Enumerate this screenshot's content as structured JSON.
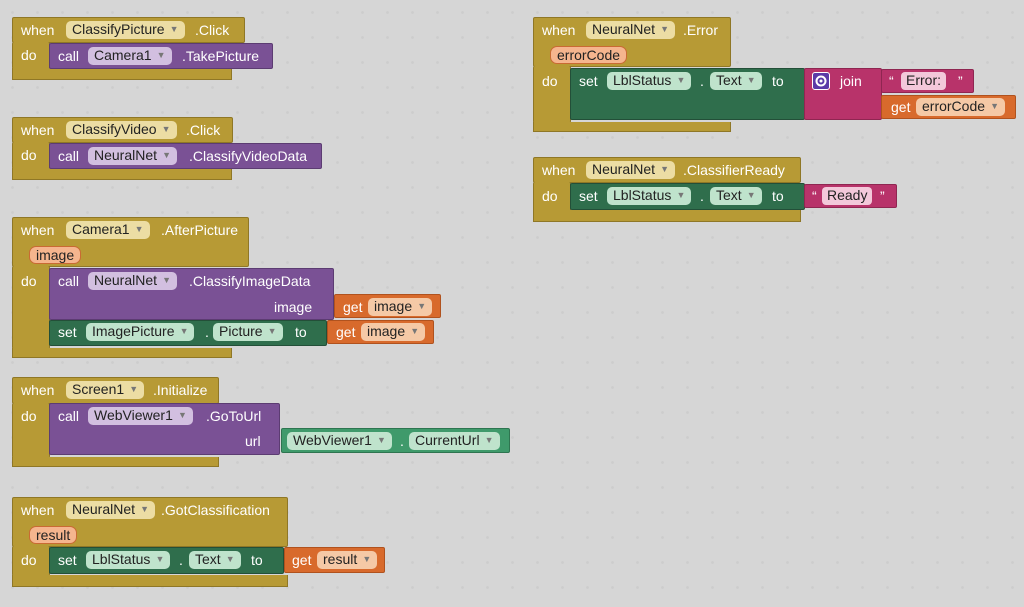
{
  "keywords": {
    "when": "when",
    "do": "do",
    "call": "call",
    "set": "set",
    "to": "to",
    "get": "get",
    "join": "join",
    "dot": ".",
    "quote_open": "“",
    "quote_close": "”"
  },
  "blocks": {
    "classify_picture": {
      "component": "ClassifyPicture",
      "event": ".Click",
      "call_component": "Camera1",
      "call_method": ".TakePicture"
    },
    "classify_video": {
      "component": "ClassifyVideo",
      "event": ".Click",
      "call_component": "NeuralNet",
      "call_method": ".ClassifyVideoData"
    },
    "camera_after_picture": {
      "component": "Camera1",
      "event": ".AfterPicture",
      "param": "image",
      "call_component": "NeuralNet",
      "call_method": ".ClassifyImageData",
      "arg_name": "image",
      "arg_get": "image",
      "set_component": "ImagePicture",
      "set_property": "Picture",
      "set_get": "image"
    },
    "screen_initialize": {
      "component": "Screen1",
      "event": ".Initialize",
      "call_component": "WebViewer1",
      "call_method": ".GoToUrl",
      "arg_name": "url",
      "value_component": "WebViewer1",
      "value_property": "CurrentUrl"
    },
    "got_classification": {
      "component": "NeuralNet",
      "event": ".GotClassification",
      "param": "result",
      "set_component": "LblStatus",
      "set_property": "Text",
      "set_get": "result"
    },
    "neuralnet_error": {
      "component": "NeuralNet",
      "event": ".Error",
      "param": "errorCode",
      "set_component": "LblStatus",
      "set_property": "Text",
      "join_string": "Error: ",
      "join_get": "errorCode"
    },
    "classifier_ready": {
      "component": "NeuralNet",
      "event": ".ClassifierReady",
      "set_component": "LblStatus",
      "set_property": "Text",
      "string": "Ready"
    }
  },
  "colors": {
    "event": "#b79a35",
    "procedure": "#7a5195",
    "setter": "#2f6e4c",
    "component_getter": "#3f9a6b",
    "variable_get": "#d86a2c",
    "text": "#b8336a"
  }
}
